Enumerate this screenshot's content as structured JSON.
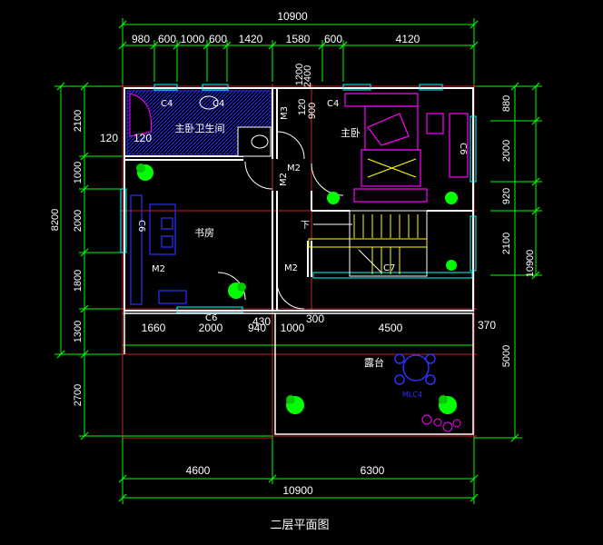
{
  "title": "二层平面图",
  "dims": {
    "top_total": "10900",
    "top_parts": [
      "980",
      "600",
      "1000",
      "600",
      "1420",
      "1580",
      "600",
      "4120"
    ],
    "bottom_total": "10900",
    "bottom_parts": [
      "4600",
      "6300"
    ],
    "left_total": "8200",
    "left_parts": [
      "2100",
      "1000",
      "2000",
      "1800",
      "1300",
      "2700"
    ],
    "left_inner": [
      "120",
      "120"
    ],
    "right_total": "10900",
    "right_parts": [
      "880",
      "2000",
      "920",
      "2100",
      "5000"
    ],
    "right_extra": "370",
    "mid_row": [
      "1660",
      "2000",
      "940",
      "430",
      "1000",
      "300",
      "4500"
    ],
    "stair_small": [
      "120",
      "900",
      "1200",
      "2400"
    ]
  },
  "rooms": {
    "master_bath": "主卧卫生间",
    "master_bed": "主卧",
    "study": "书房",
    "terrace": "露台"
  },
  "tags": {
    "c4_a": "C4",
    "c4_b": "C4",
    "c4_c": "C4",
    "c6_left": "C6",
    "c6_right": "C6",
    "c6_bottom": "C6",
    "m3": "M3",
    "m2_a": "M2",
    "m2_b": "M2",
    "m2_c": "M2",
    "m2_d": "M2",
    "c7": "C7",
    "stair_down": "下",
    "mlc": "MLC4"
  },
  "colors": {
    "background": "#000000",
    "dimension": "#00ff00",
    "wall": "#ffffff",
    "grid": "#ff3030",
    "window": "#00ffff",
    "furniture": "#ff00ff",
    "blue": "#3030ff",
    "yellow": "#ffff00"
  }
}
